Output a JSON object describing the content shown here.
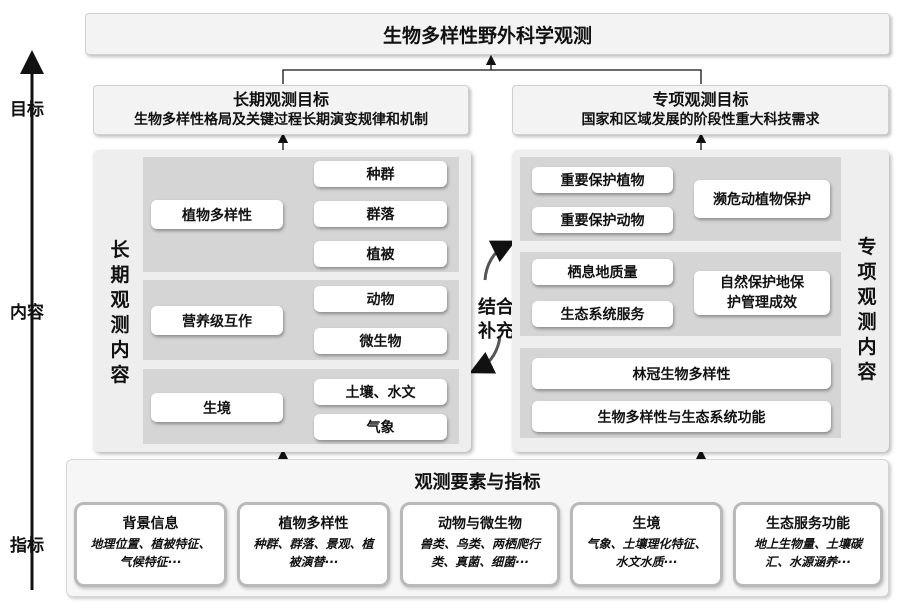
{
  "axis_labels": {
    "goal": "目标",
    "content": "内容",
    "indicator": "指标"
  },
  "top_title": "生物多样性野外科学观测",
  "long_term_goal": {
    "title": "长期观测目标",
    "subtitle": "生物多样性格局及关键过程长期演变规律和机制"
  },
  "special_goal": {
    "title": "专项观测目标",
    "subtitle": "国家和区域发展的阶段性重大科技需求"
  },
  "long_term_content_label": "长期观测内容",
  "special_content_label": "专项观测内容",
  "long_term_groups": [
    {
      "label": "植物多样性",
      "items": [
        "种群",
        "群落",
        "植被"
      ]
    },
    {
      "label": "营养级互作",
      "items": [
        "动物",
        "微生物"
      ]
    },
    {
      "label": "生境",
      "items": [
        "土壤、水文",
        "气象"
      ]
    }
  ],
  "special_groups": [
    {
      "items": [
        "重要保护植物",
        "重要保护动物"
      ],
      "result": "濒危动植物保护"
    },
    {
      "items": [
        "栖息地质量",
        "生态系统服务"
      ],
      "result": "自然保护地保护管理成效"
    },
    {
      "items": [
        "林冠生物多样性",
        "生物多样性与生态系统功能"
      ]
    }
  ],
  "combine_label": "结合补充",
  "indicators_title": "观测要素与指标",
  "indicators": [
    {
      "title": "背景信息",
      "desc": "地理位置、植被特征、气候特征···"
    },
    {
      "title": "植物多样性",
      "desc": "种群、群落、景观、植被演替···"
    },
    {
      "title": "动物与微生物",
      "desc": "兽类、鸟类、两栖爬行类、真菌、细菌···"
    },
    {
      "title": "生境",
      "desc": "气象、土壤理化特征、水文水质···"
    },
    {
      "title": "生态服务功能",
      "desc": "地上生物量、土壤碳汇、水源涵养···"
    }
  ]
}
